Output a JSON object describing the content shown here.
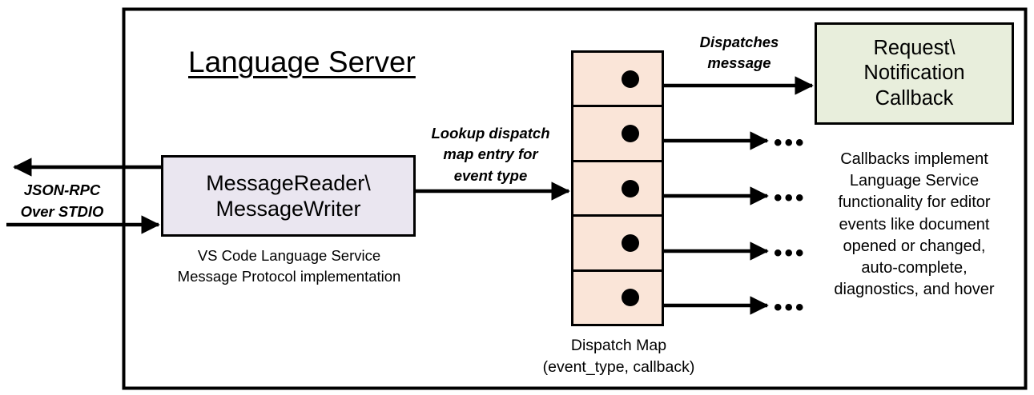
{
  "diagram": {
    "title": "Language Server",
    "outer_container_name": "language-server-boundary",
    "colors": {
      "message_box_fill": "#EAE6F0",
      "dispatch_table_fill": "#FAE5D8",
      "callback_box_fill": "#E8EEDC",
      "stroke": "#000000",
      "background": "#FFFFFF"
    },
    "external_interface": {
      "label": "JSON-RPC\nOver STDIO",
      "inbound_arrow": "arrow pointing right into MessageReader",
      "outbound_arrow": "arrow pointing left out of diagram"
    },
    "message_box": {
      "label": "MessageReader\\\nMessageWriter",
      "caption": "VS Code Language Service\nMessage Protocol implementation"
    },
    "lookup_edge": {
      "label": "Lookup dispatch\nmap entry for\nevent type"
    },
    "dispatch_table": {
      "caption": "Dispatch Map\n(event_type, callback)",
      "row_count": 5,
      "rows": [
        {
          "index": 0,
          "has_dot": true,
          "target": "Request\\Notification Callback"
        },
        {
          "index": 1,
          "has_dot": true,
          "target": "..."
        },
        {
          "index": 2,
          "has_dot": true,
          "target": "..."
        },
        {
          "index": 3,
          "has_dot": true,
          "target": "..."
        },
        {
          "index": 4,
          "has_dot": true,
          "target": "..."
        }
      ]
    },
    "dispatch_edge": {
      "label": "Dispatches\nmessage"
    },
    "callback_box": {
      "label": "Request\\\nNotification\nCallback",
      "caption": "Callbacks implement\nLanguage Service\nfunctionality for editor\nevents like document\nopened or changed,\nauto-complete,\ndiagnostics, and hover"
    },
    "ellipses": {
      "glyph": "•••",
      "count": 4
    }
  }
}
